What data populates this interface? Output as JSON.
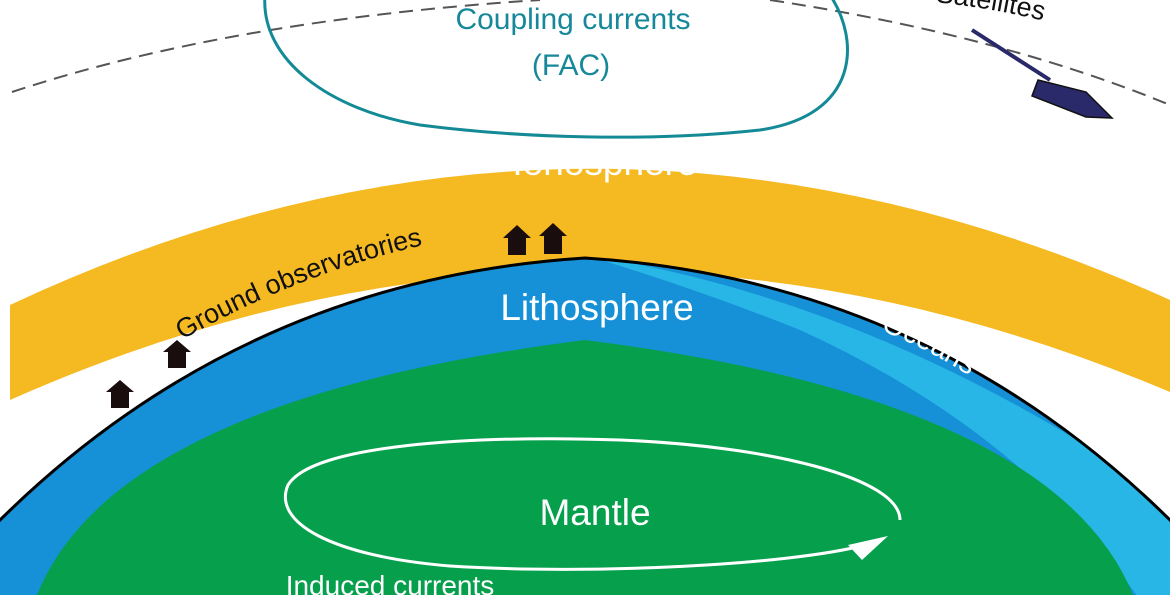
{
  "labels": {
    "coupling_line1": "Coupling currents",
    "coupling_line2": "(FAC)",
    "satellites": "Satellites",
    "ionosphere": "Ionosphere",
    "ground_observatories": "Ground observatories",
    "lithosphere": "Lithosphere",
    "oceans": "Oceans",
    "mantle": "Mantle",
    "induced_currents": "Induced currents"
  },
  "colors": {
    "ionosphere": "#f5b922",
    "lithosphere": "#1690d6",
    "oceans": "#27b6e6",
    "mantle": "#06a04d",
    "coupling_loop": "#138a96",
    "observatory": "#1a0d0d",
    "satellite": "#2a2a6a",
    "orbit": "#555555"
  }
}
